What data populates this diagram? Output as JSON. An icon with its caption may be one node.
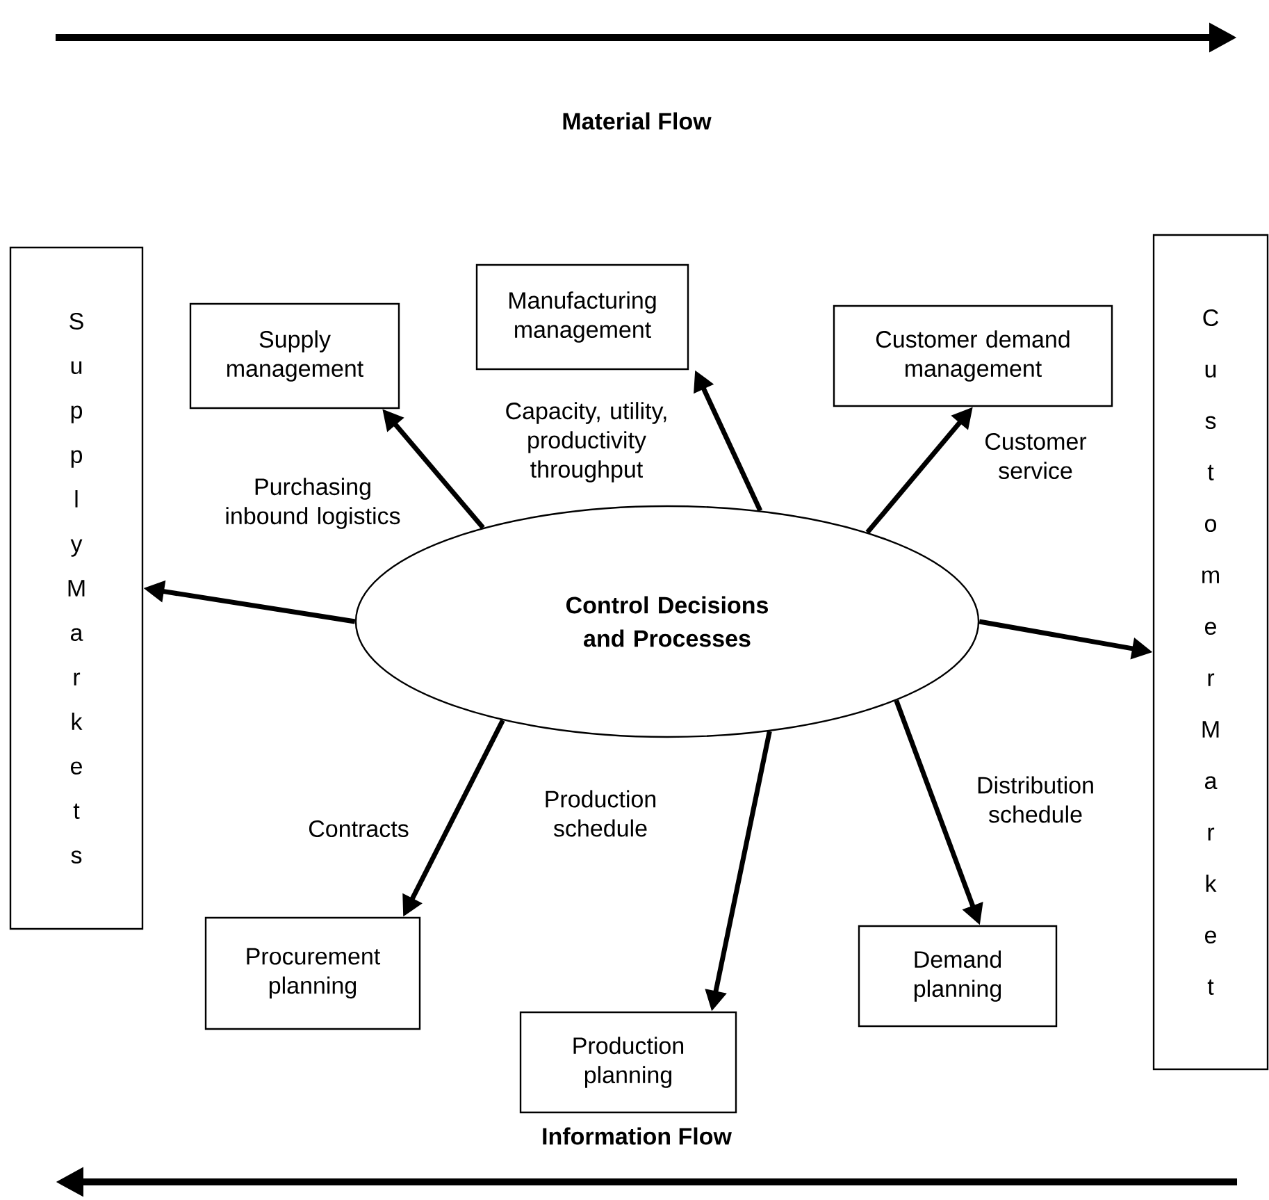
{
  "diagram": {
    "nodes": [
      {
        "text": [
          "Supply Markets"
        ]
      },
      {
        "text": [
          "Supply management"
        ]
      },
      {
        "text": [
          "Manufacturing management"
        ]
      },
      {
        "text": [
          "Customer demand management"
        ]
      },
      {
        "text": [
          "Customer Market"
        ]
      },
      {
        "text": [
          "Control Decisions and Processes"
        ]
      },
      {
        "text": [
          "Procurement planning"
        ]
      },
      {
        "text": [
          "Production planning"
        ]
      },
      {
        "text": [
          "Demand planning"
        ]
      }
    ],
    "edges": [
      {
        "from": 5,
        "to": 1,
        "arrow": "to",
        "label": "Purchasing inbound logistics"
      },
      {
        "from": 5,
        "to": 2,
        "arrow": "to",
        "label": "Capacity, utility, productivity throughput"
      },
      {
        "from": 5,
        "to": 3,
        "arrow": "to",
        "label": "Customer service"
      },
      {
        "from": 5,
        "to": 0,
        "arrow": "to"
      },
      {
        "from": 5,
        "to": 4,
        "arrow": "to"
      },
      {
        "from": 5,
        "to": 6,
        "arrow": "to",
        "label": "Contracts"
      },
      {
        "from": 5,
        "to": 7,
        "arrow": "to",
        "label": "Production schedule"
      },
      {
        "from": 5,
        "to": 8,
        "arrow": "to",
        "label": "Distribution schedule"
      }
    ],
    "labels": [
      "Material Flow",
      "Information Flow"
    ]
  }
}
